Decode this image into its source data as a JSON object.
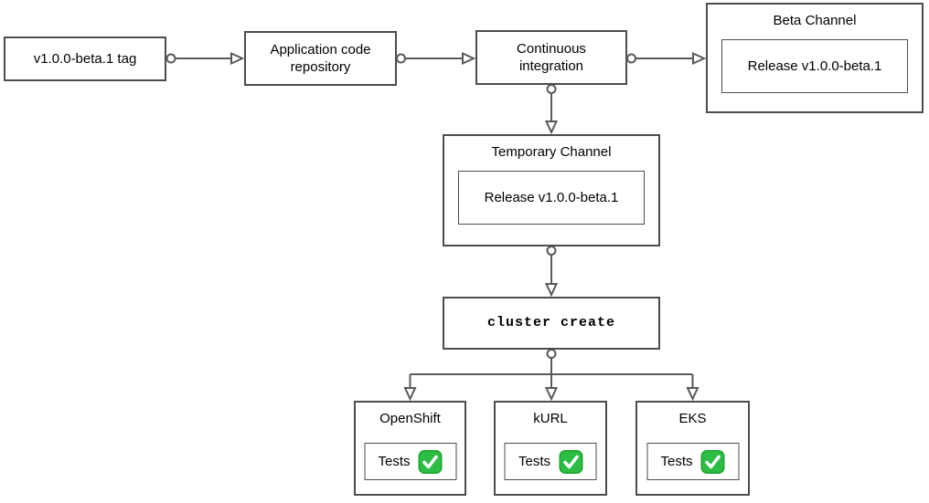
{
  "diagram": {
    "colors": {
      "background": "#ffffff",
      "box_border": "#4d4d4d",
      "arrow": "#595959",
      "text": "#000000",
      "check_green": "#2dbd45",
      "check_green_border": "#1fa32f",
      "check_mark": "#ffffff"
    },
    "icons": {
      "check": "✅"
    },
    "nodes": {
      "tag": {
        "label": "v1.0.0-beta.1 tag"
      },
      "repo": {
        "label": "Application code\nrepository"
      },
      "ci": {
        "label": "Continuous\nintegration"
      },
      "beta": {
        "title": "Beta Channel",
        "release": "Release v1.0.0-beta.1"
      },
      "temp": {
        "title": "Temporary Channel",
        "release": "Release v1.0.0-beta.1"
      },
      "cluster": {
        "label": "cluster create"
      },
      "openshift": {
        "title": "OpenShift",
        "tests": "Tests",
        "status": "passed"
      },
      "kurl": {
        "title": "kURL",
        "tests": "Tests",
        "status": "passed"
      },
      "eks": {
        "title": "EKS",
        "tests": "Tests",
        "status": "passed"
      }
    },
    "edges": [
      {
        "from": "tag",
        "to": "repo"
      },
      {
        "from": "repo",
        "to": "ci"
      },
      {
        "from": "ci",
        "to": "beta"
      },
      {
        "from": "ci",
        "to": "temp"
      },
      {
        "from": "temp",
        "to": "cluster"
      },
      {
        "from": "cluster",
        "to": "openshift"
      },
      {
        "from": "cluster",
        "to": "kurl"
      },
      {
        "from": "cluster",
        "to": "eks"
      }
    ]
  }
}
